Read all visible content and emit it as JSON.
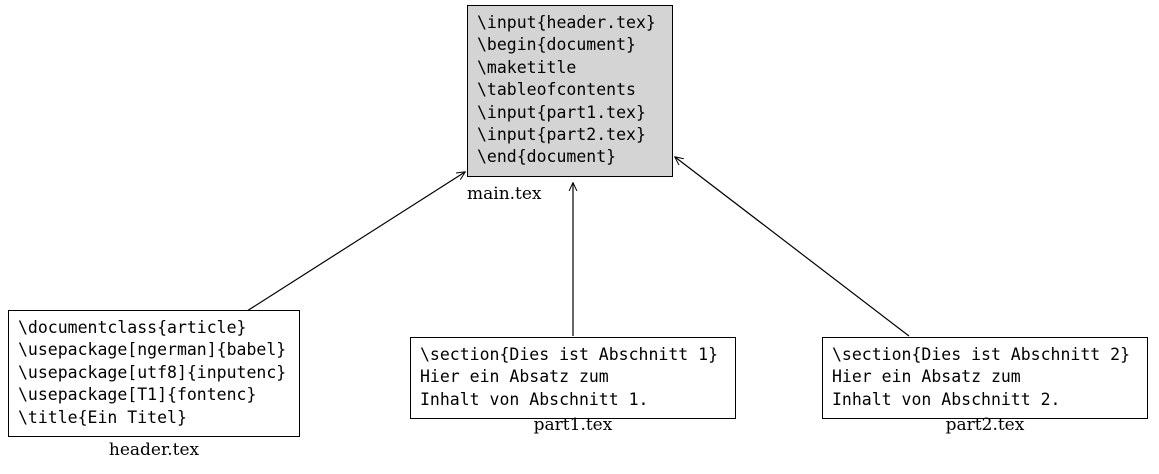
{
  "diagram": {
    "type": "latex-project-file-structure",
    "background_color": "#ffffff",
    "line_color": "#000000",
    "shaded_fill": "#d4d4d4",
    "nodes": [
      {
        "id": "main",
        "caption": "main.tex",
        "shaded": true,
        "lines": [
          "\\input{header.tex}",
          "\\begin{document}",
          "\\maketitle",
          "\\tableofcontents",
          "\\input{part1.tex}",
          "\\input{part2.tex}",
          "\\end{document}"
        ]
      },
      {
        "id": "header",
        "caption": "header.tex",
        "shaded": false,
        "lines": [
          "\\documentclass{article}",
          "\\usepackage[ngerman]{babel}",
          "\\usepackage[utf8]{inputenc}",
          "\\usepackage[T1]{fontenc}",
          "\\title{Ein Titel}"
        ]
      },
      {
        "id": "part1",
        "caption": "part1.tex",
        "shaded": false,
        "lines": [
          "\\section{Dies ist Abschnitt 1}",
          "Hier ein Absatz zum",
          "Inhalt von Abschnitt 1."
        ]
      },
      {
        "id": "part2",
        "caption": "part2.tex",
        "shaded": false,
        "lines": [
          "\\section{Dies ist Abschnitt 2}",
          "Hier ein Absatz zum",
          "Inhalt von Abschnitt 2."
        ]
      }
    ],
    "edges": [
      {
        "id": "header-to-main",
        "from": "header",
        "to": "main",
        "arrow_at": "main"
      },
      {
        "id": "part1-to-main",
        "from": "part1",
        "to": "main",
        "arrow_at": "main"
      },
      {
        "id": "part2-to-main",
        "from": "part2",
        "to": "main",
        "arrow_at": "main"
      }
    ]
  }
}
